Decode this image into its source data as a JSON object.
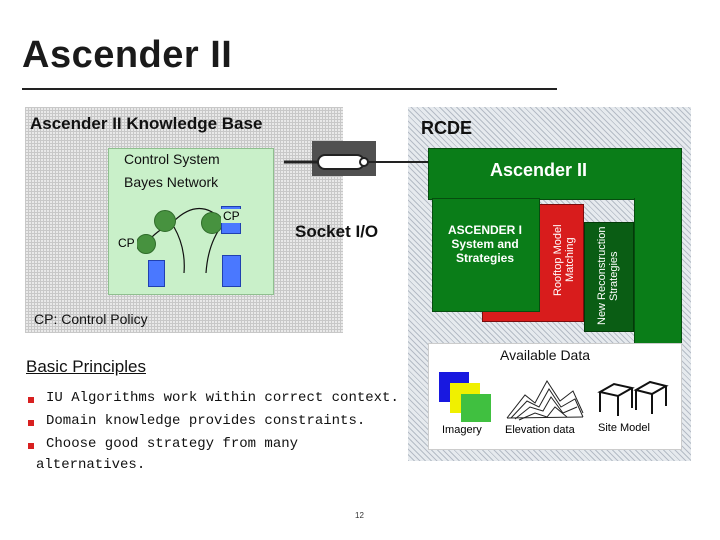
{
  "title": "Ascender II",
  "kb": {
    "heading": "Ascender II Knowledge Base",
    "control_line1": "Control System",
    "control_line2": "Bayes Network",
    "cp_top": "CP",
    "cp_left": "CP",
    "socket_label": "Socket I/O",
    "cp_legend": "CP: Control Policy"
  },
  "rcde": {
    "heading": "RCDE",
    "ascender_ii": "Ascender II",
    "ascender_i": "ASCENDER I System and Strategies",
    "rooftop": "Rooftop Model Matching",
    "reconstruction": "New Reconstruction Strategies",
    "available_data": "Available Data",
    "imagery": "Imagery",
    "elevation": "Elevation data",
    "site_model": "Site Model"
  },
  "principles": {
    "heading": "Basic Principles",
    "items": [
      "IU Algorithms work within correct context.",
      "Domain knowledge provides constraints.",
      "Choose good strategy from many"
    ],
    "continuation": "alternatives."
  },
  "page_number": "12",
  "colors": {
    "ascender_green": "#0a7d18",
    "rooftop_red": "#d81c1c",
    "bn_green": "#c9f0c9",
    "imagery_blue": "#1818e0",
    "imagery_yellow": "#f0f000",
    "imagery_green": "#40c040"
  }
}
